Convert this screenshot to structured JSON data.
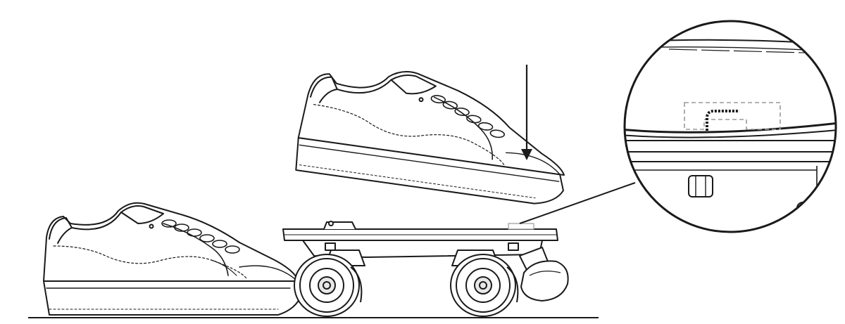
{
  "figure": {
    "kind": "line-art patent-style illustration",
    "parts": [
      "shoe-on-ground",
      "shoe-pressing-down",
      "down-arrow",
      "roller-skate-plate",
      "front-wheel",
      "rear-wheel",
      "toe-stop",
      "detail-magnifier-circle",
      "leader-line"
    ]
  },
  "colors": {
    "background": "#ffffff",
    "stroke": "#1a1a1a",
    "sole": "#f2f2f2",
    "wheel_fill": "#e8e8e8",
    "dashed_hidden": "#9a9a9a"
  }
}
